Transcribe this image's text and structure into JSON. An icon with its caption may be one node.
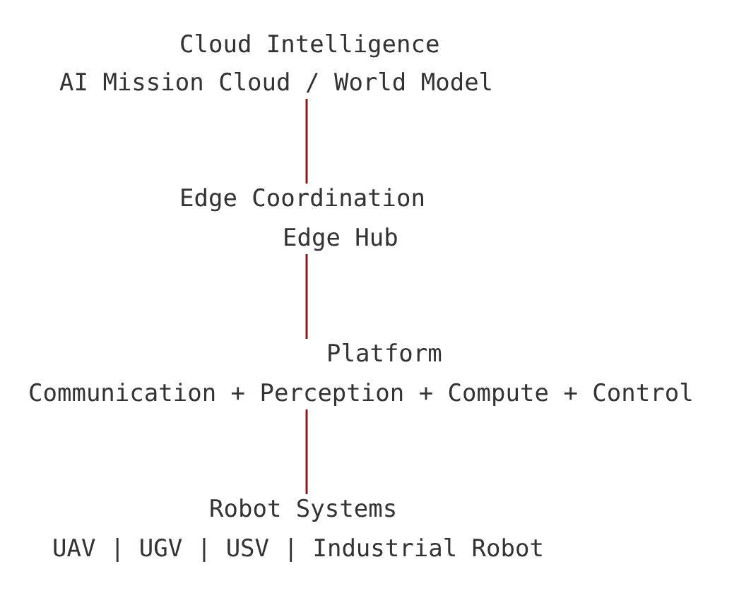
{
  "diagram": {
    "nodes": [
      {
        "text": [
          "Cloud Intelligence",
          "AI Mission Cloud / World Model"
        ]
      },
      {
        "text": [
          "Edge Coordination",
          "Edge Hub"
        ]
      },
      {
        "text": [
          "Platform",
          "Communication + Perception + Compute + Control"
        ]
      },
      {
        "text": [
          "Robot Systems",
          "UAV | UGV | USV | Industrial Robot"
        ]
      }
    ],
    "edges": [
      {
        "from": 0,
        "to": 1,
        "arrow": "none"
      },
      {
        "from": 1,
        "to": 2,
        "arrow": "none"
      },
      {
        "from": 2,
        "to": 3,
        "arrow": "none"
      }
    ]
  }
}
